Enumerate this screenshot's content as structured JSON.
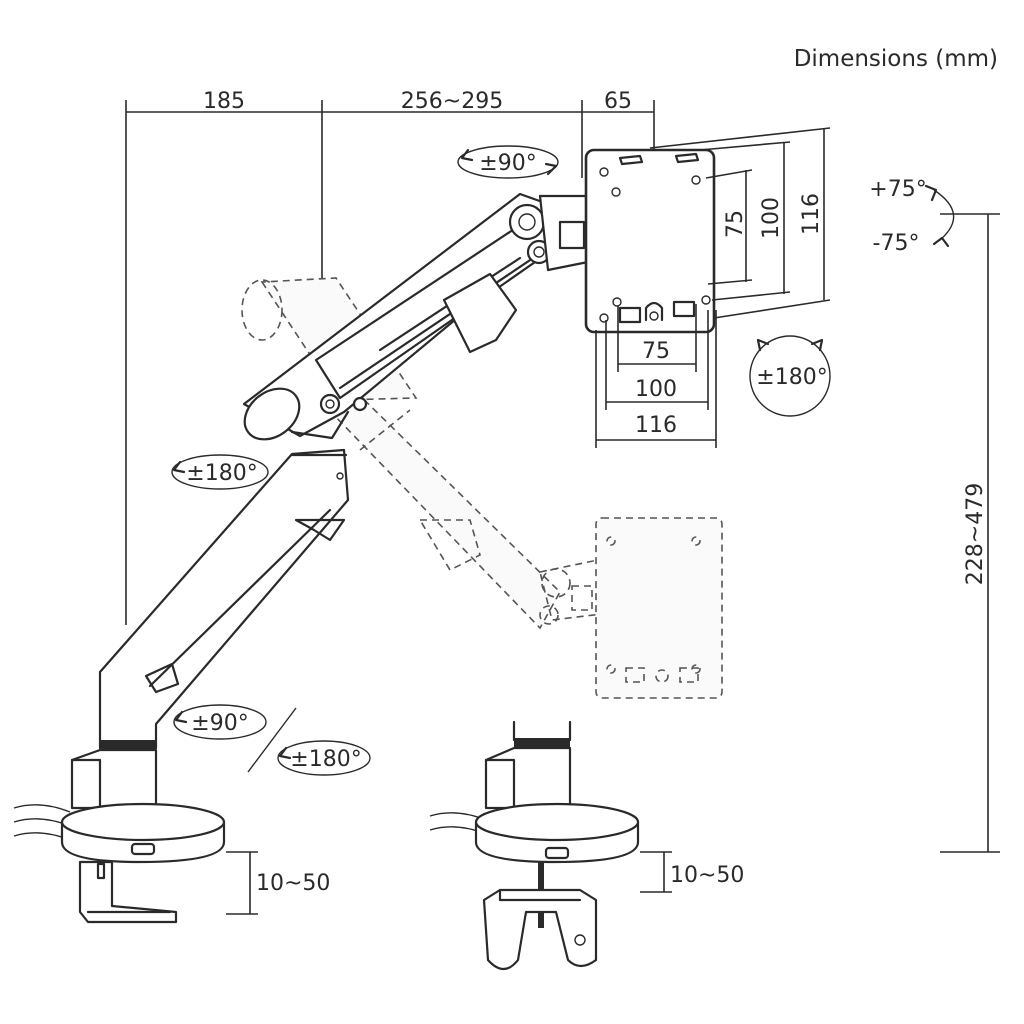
{
  "header": {
    "title": "Dimensions (mm)"
  },
  "dimensions": {
    "base_to_pivot": "185",
    "arm_reach": "256~295",
    "head_depth": "65",
    "vesa_vertical_inner": "75",
    "vesa_vertical_mid": "100",
    "vesa_vertical_outer": "116",
    "vesa_horizontal_inner": "75",
    "vesa_horizontal_mid": "100",
    "vesa_horizontal_outer": "116",
    "height_range": "228~479",
    "clamp_thickness_left": "10~50",
    "clamp_thickness_right": "10~50"
  },
  "rotations": {
    "head_swivel": "±90°",
    "tilt_up": "+75°",
    "tilt_down": "-75°",
    "plate_rotation": "±180°",
    "elbow_rotation": "±180°",
    "base_rotation_a": "±90°",
    "base_rotation_b": "±180°"
  }
}
